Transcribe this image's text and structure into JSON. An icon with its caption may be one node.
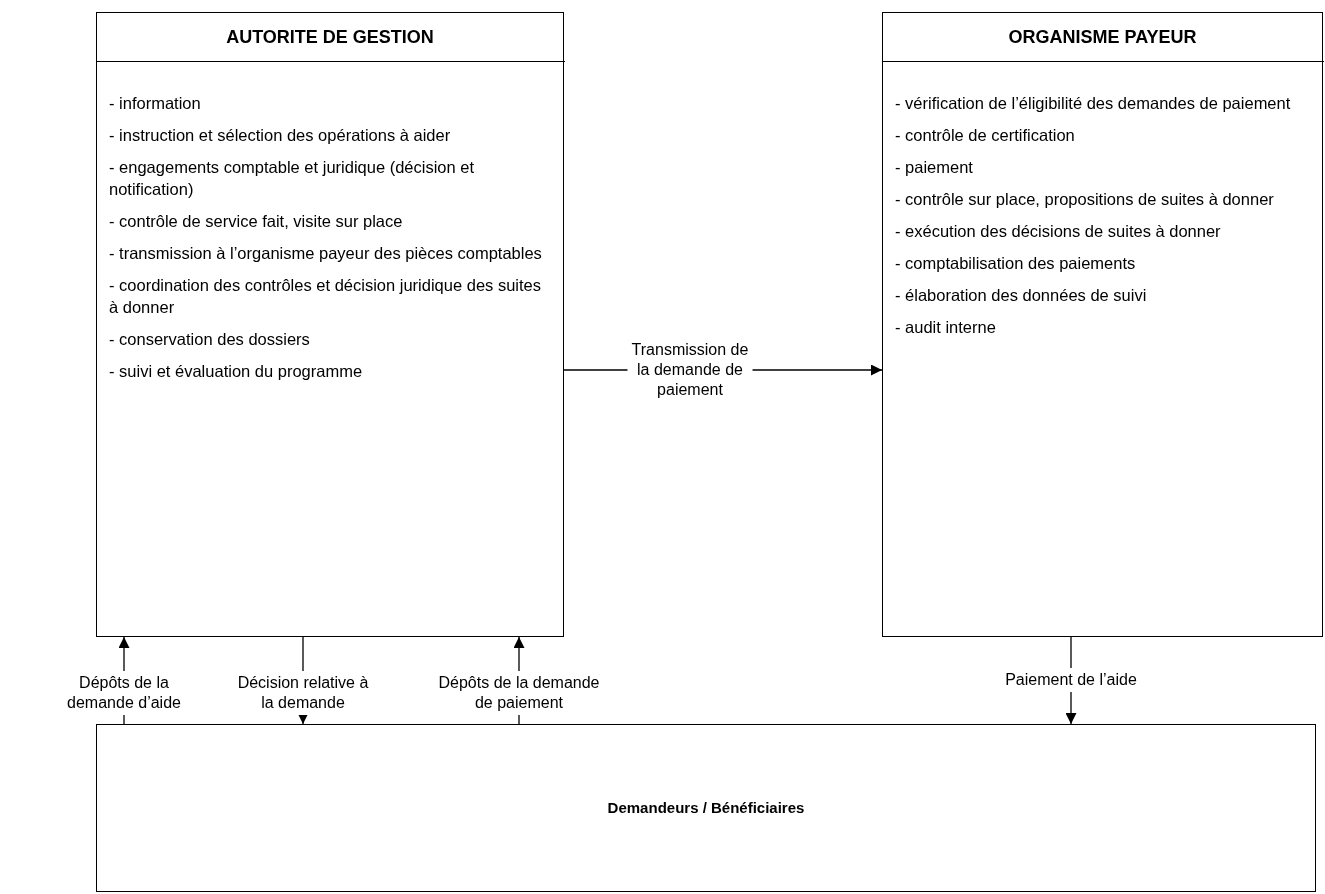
{
  "diagram": {
    "nodes": [
      {
        "text": [
          "AUTORITE DE GESTION",
          "- information",
          "- instruction et sélection des opérations à aider",
          "- engagements comptable et juridique (décision et notification)",
          "- contrôle de service fait, visite sur place",
          "- transmission à l’organisme payeur des pièces comptables",
          "- coordination des contrôles et décision juridique des suites à donner",
          "- conservation des dossiers",
          "- suivi et évaluation du programme"
        ]
      },
      {
        "text": [
          "ORGANISME PAYEUR",
          "- vérification de l’éligibilité des demandes de paiement",
          "- contrôle de certification",
          "- paiement",
          "- contrôle sur place, propositions de suites à donner",
          "- exécution des décisions de suites à donner",
          "- comptabilisation des paiements",
          "- élaboration des données de suivi",
          "- audit interne"
        ]
      },
      {
        "text": [
          "Demandeurs / Bénéficiaires"
        ]
      }
    ],
    "edges": [
      {
        "from": 0,
        "to": 1,
        "arrow": "to",
        "label": "Transmission de la demande de paiement"
      },
      {
        "from": 2,
        "to": 0,
        "arrow": "to",
        "label": "Dépôts de la demande d’aide"
      },
      {
        "from": 0,
        "to": 2,
        "arrow": "to",
        "label": "Décision relative à la demande"
      },
      {
        "from": 2,
        "to": 0,
        "arrow": "to",
        "label": "Dépôts de la demande de paiement"
      },
      {
        "from": 1,
        "to": 2,
        "arrow": "to",
        "label": "Paiement de l’aide"
      }
    ]
  }
}
